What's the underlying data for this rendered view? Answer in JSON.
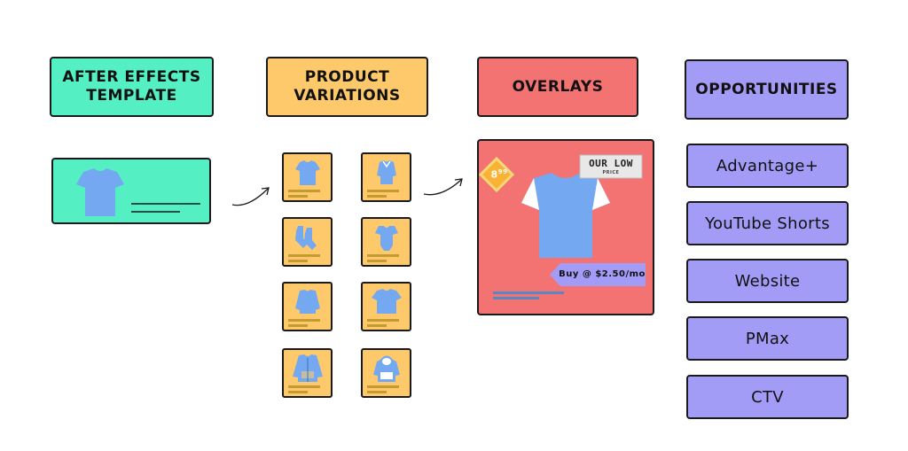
{
  "headers": {
    "template": "AFTER EFFECTS\nTEMPLATE",
    "variations": "PRODUCT\nVARIATIONS",
    "overlays": "OVERLAYS",
    "opportunities": "OPPORTUNITIES"
  },
  "overlay_card": {
    "price_tag": "8",
    "price_tag_cents": "99",
    "promo_main": "OUR LOW",
    "promo_sub": "PRICE",
    "buy_label": "Buy @ $2.50/mo"
  },
  "opportunities": [
    "Advantage+",
    "YouTube Shorts",
    "Website",
    "PMax",
    "CTV"
  ],
  "product_variations": [
    "tshirt-icon",
    "longsleeve-icon",
    "socks-icon",
    "onesie-icon",
    "sweater-icon",
    "tshirt-icon",
    "jacket-icon",
    "hoodie-icon"
  ],
  "colors": {
    "template": "#55efc4",
    "variations": "#fdc96b",
    "overlays": "#f37373",
    "opportunities": "#a39cf7",
    "garment": "#74a9f2"
  }
}
